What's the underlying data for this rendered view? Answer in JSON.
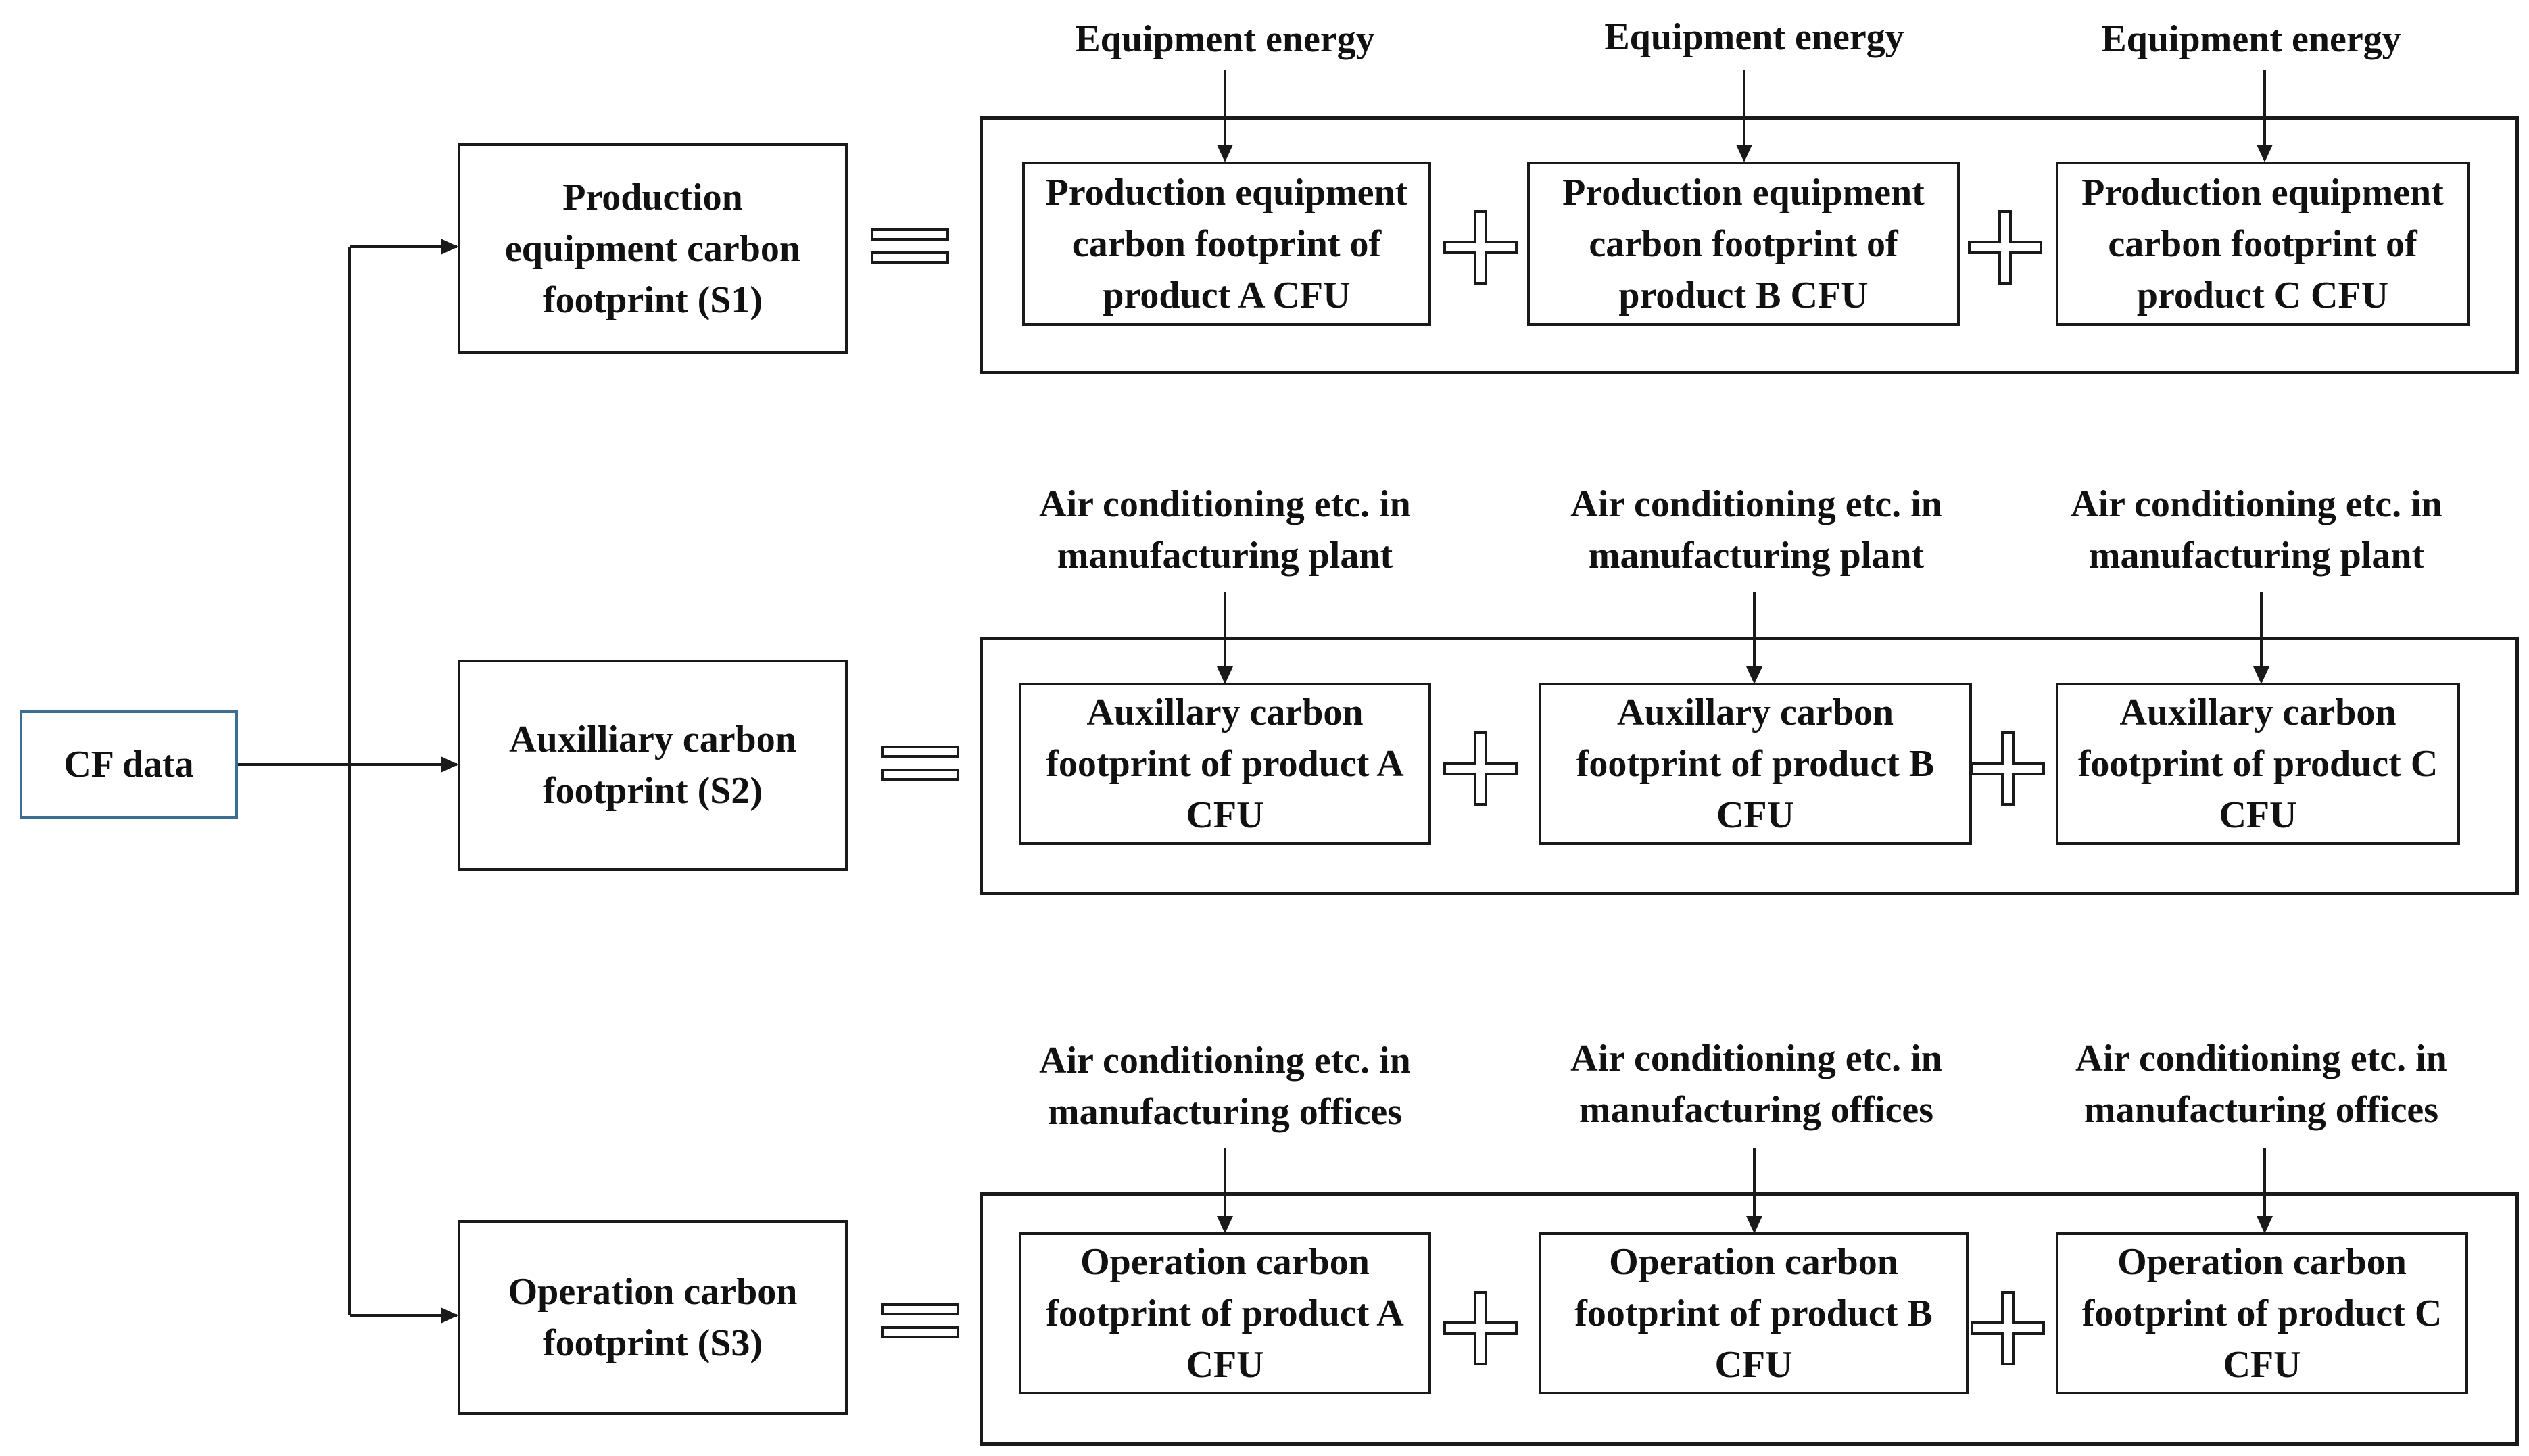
{
  "cf_data": "CF data",
  "rows": [
    {
      "category": [
        "Production",
        "equipment carbon",
        "footprint (S1)"
      ],
      "inputs": [
        [
          "Equipment energy"
        ],
        [
          "Equipment energy"
        ],
        [
          "Equipment energy"
        ]
      ],
      "products": [
        [
          "Production equipment",
          "carbon footprint of",
          "product A CFU"
        ],
        [
          "Production equipment",
          "carbon footprint of",
          "product B CFU"
        ],
        [
          "Production equipment",
          "carbon footprint of",
          "product C CFU"
        ]
      ]
    },
    {
      "category": [
        "Auxilliary carbon",
        "footprint (S2)"
      ],
      "inputs": [
        [
          "Air conditioning etc. in",
          "manufacturing plant"
        ],
        [
          "Air conditioning etc. in",
          "manufacturing plant"
        ],
        [
          "Air conditioning etc. in",
          "manufacturing plant"
        ]
      ],
      "products": [
        [
          "Auxillary carbon",
          "footprint of product A",
          "CFU"
        ],
        [
          "Auxillary carbon",
          "footprint of product B",
          "CFU"
        ],
        [
          "Auxillary carbon",
          "footprint of product C",
          "CFU"
        ]
      ]
    },
    {
      "category": [
        "Operation carbon",
        "footprint (S3)"
      ],
      "inputs": [
        [
          "Air conditioning etc. in",
          "manufacturing offices"
        ],
        [
          "Air conditioning etc. in",
          "manufacturing offices"
        ],
        [
          "Air conditioning etc. in",
          "manufacturing offices"
        ]
      ],
      "products": [
        [
          "Operation carbon",
          "footprint of product A",
          "CFU"
        ],
        [
          "Operation carbon",
          "footprint of product B",
          "CFU"
        ],
        [
          "Operation carbon",
          "footprint of product C",
          "CFU"
        ]
      ]
    }
  ],
  "colors": {
    "line": "#1a1a1a",
    "cf_border": "#3c6e92"
  }
}
